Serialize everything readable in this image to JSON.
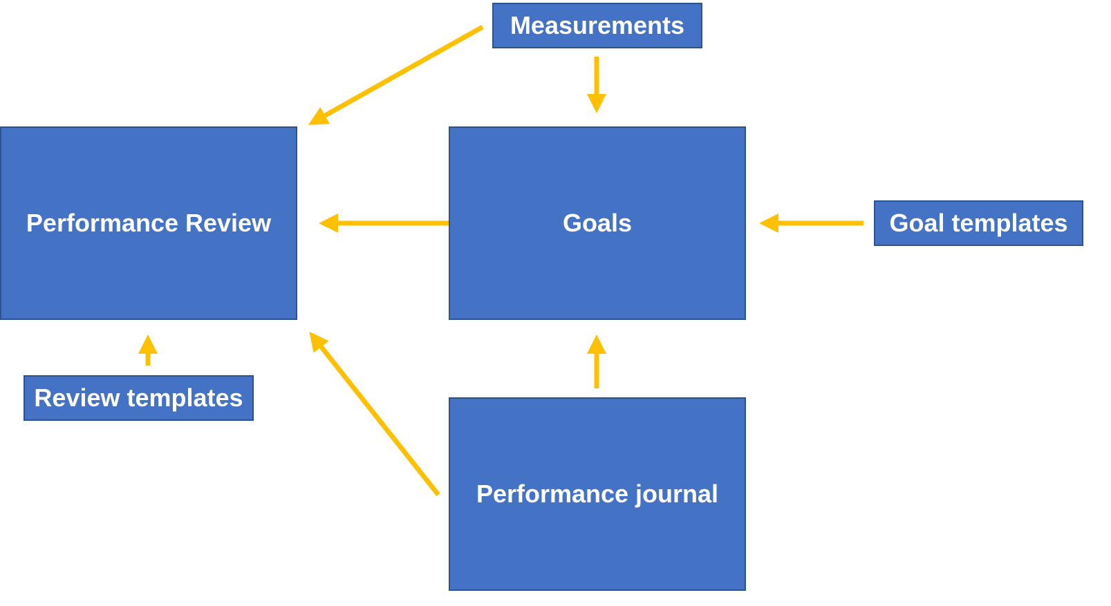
{
  "nodes": {
    "performance_review": "Performance Review",
    "goals": "Goals",
    "performance_journal": "Performance journal",
    "measurements": "Measurements",
    "goal_templates": "Goal templates",
    "review_templates": "Review templates"
  },
  "edges": [
    {
      "from": "measurements",
      "to": "performance_review"
    },
    {
      "from": "measurements",
      "to": "goals"
    },
    {
      "from": "goals",
      "to": "performance_review"
    },
    {
      "from": "goal_templates",
      "to": "goals"
    },
    {
      "from": "review_templates",
      "to": "performance_review"
    },
    {
      "from": "performance_journal",
      "to": "goals"
    },
    {
      "from": "performance_journal",
      "to": "performance_review"
    }
  ],
  "colors": {
    "box_fill": "#4472C4",
    "box_border": "#2F528F",
    "text": "#FFFFFF",
    "arrow": "#FFC000"
  }
}
